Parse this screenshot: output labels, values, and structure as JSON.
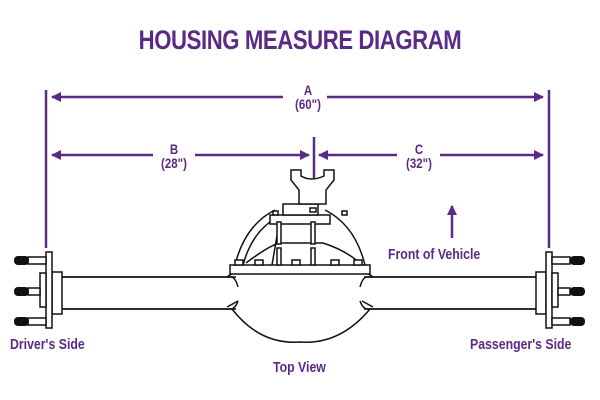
{
  "title": "HOUSING MEASURE DIAGRAM",
  "colors": {
    "accent": "#5a2a86",
    "line": "#111111",
    "background": "#ffffff"
  },
  "dimensions": {
    "a": {
      "letter": "A",
      "value": "(60\")"
    },
    "b": {
      "letter": "B",
      "value": "(28\")"
    },
    "c": {
      "letter": "C",
      "value": "(32\")"
    }
  },
  "labels": {
    "front": "Front of Vehicle",
    "driver": "Driver's Side",
    "passenger": "Passenger's Side",
    "view": "Top View"
  }
}
